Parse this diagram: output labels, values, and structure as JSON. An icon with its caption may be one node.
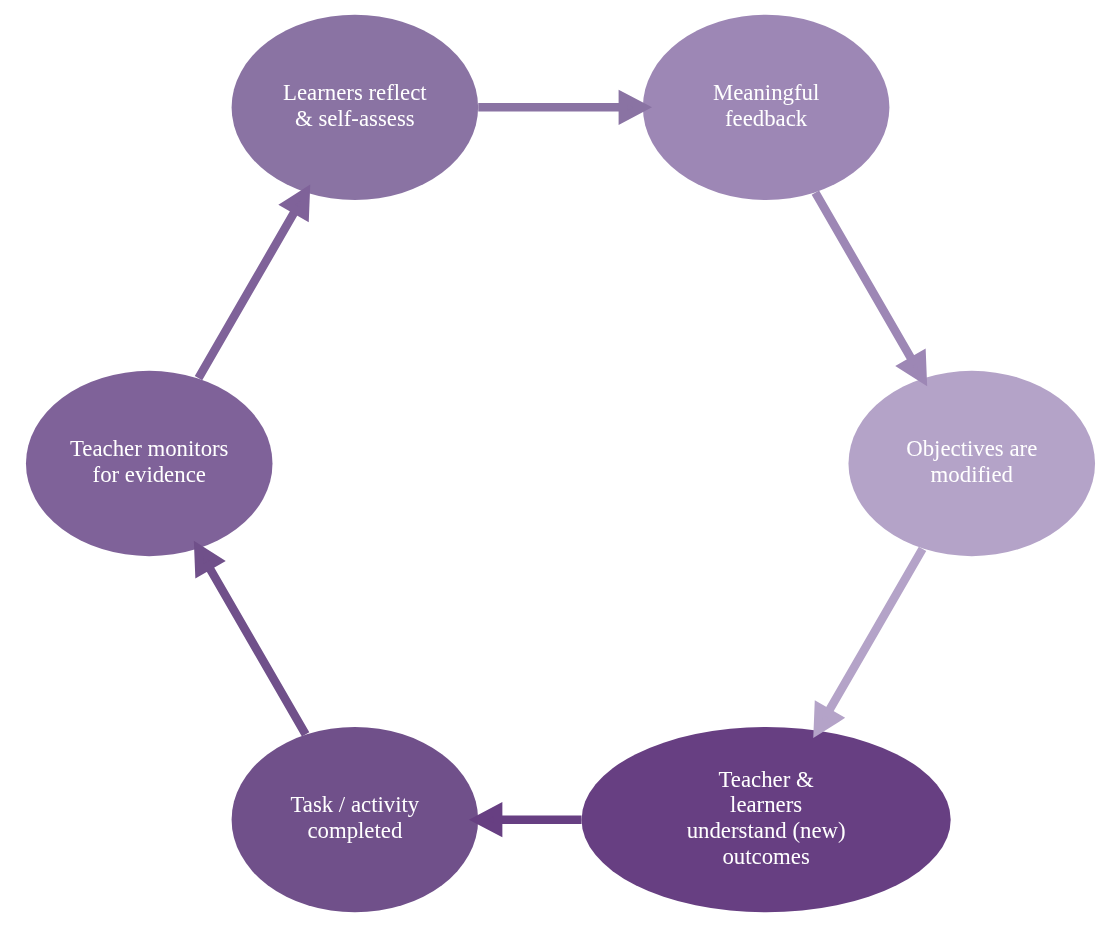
{
  "diagram": {
    "nodes": [
      {
        "text": [
          "Teacher & learners understand (new) outcomes"
        ]
      },
      {
        "text": [
          "Task / activity completed"
        ]
      },
      {
        "text": [
          "Teacher monitors for evidence"
        ]
      },
      {
        "text": [
          "Learners reflect & self-assess"
        ]
      },
      {
        "text": [
          "Meaningful feedback"
        ]
      },
      {
        "text": [
          "Objectives are modified"
        ]
      }
    ],
    "edges": [
      {
        "from": 0,
        "to": 1,
        "arrow": "to",
        "color": "#673f82"
      },
      {
        "from": 1,
        "to": 2,
        "arrow": "to",
        "color": "#70508a"
      },
      {
        "from": 2,
        "to": 3,
        "arrow": "to",
        "color": "#7f6299"
      },
      {
        "from": 3,
        "to": 4,
        "arrow": "to",
        "color": "#8a73a3"
      },
      {
        "from": 4,
        "to": 5,
        "arrow": "to",
        "color": "#9d87b5"
      },
      {
        "from": 5,
        "to": 0,
        "arrow": "to",
        "color": "#b4a3c8"
      }
    ]
  }
}
